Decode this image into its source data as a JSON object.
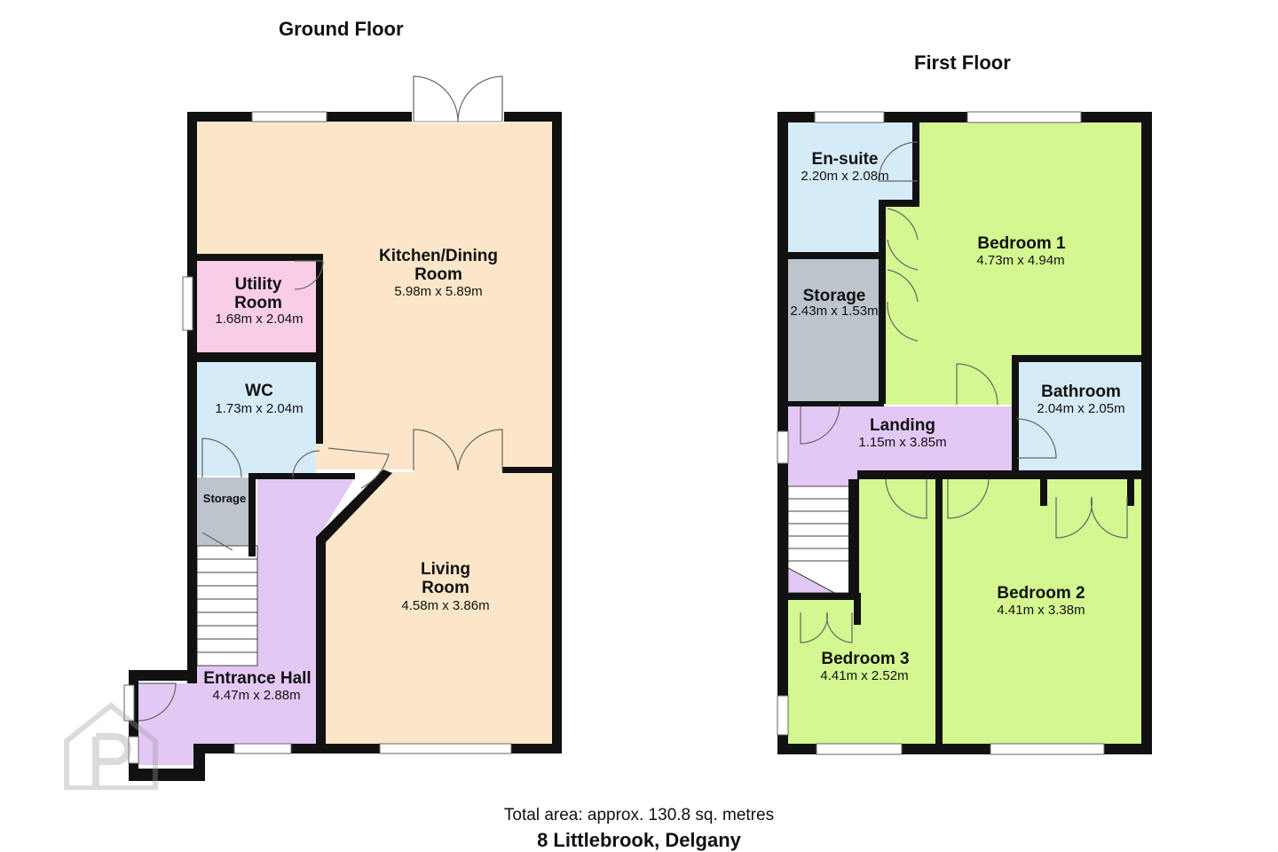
{
  "floors": {
    "ground": {
      "title": "Ground Floor",
      "rooms": {
        "kitchen": {
          "name1": "Kitchen/Dining",
          "name2": "Room",
          "dims": "5.98m x 5.89m"
        },
        "utility": {
          "name1": "Utility",
          "name2": "Room",
          "dims": "1.68m x 2.04m"
        },
        "wc": {
          "name": "WC",
          "dims": "1.73m x 2.04m"
        },
        "storage": {
          "name": "Storage"
        },
        "living": {
          "name1": "Living",
          "name2": "Room",
          "dims": "4.58m x 3.86m"
        },
        "hall": {
          "name": "Entrance Hall",
          "dims": "4.47m x 2.88m"
        }
      }
    },
    "first": {
      "title": "First Floor",
      "rooms": {
        "ensuite": {
          "name": "En-suite",
          "dims": "2.20m x 2.08m"
        },
        "bedroom1": {
          "name": "Bedroom 1",
          "dims": "4.73m x 4.94m"
        },
        "storage": {
          "name": "Storage",
          "dims": "2.43m x 1.53m"
        },
        "bathroom": {
          "name": "Bathroom",
          "dims": "2.04m x 2.05m"
        },
        "landing": {
          "name": "Landing",
          "dims": "1.15m x 3.85m"
        },
        "bedroom2": {
          "name": "Bedroom 2",
          "dims": "4.41m x 3.38m"
        },
        "bedroom3": {
          "name": "Bedroom 3",
          "dims": "4.41m x 2.52m"
        }
      }
    }
  },
  "footer": {
    "area": "Total area: approx. 130.8 sq. metres",
    "address": "8 Littlebrook, Delgany"
  },
  "colors": {
    "wall": "#111111",
    "kitchen": "#fbe6c9",
    "living": "#fbe6c9",
    "utility": "#f9cde6",
    "wc": "#d6ebf8",
    "ensuite": "#d6ebf8",
    "bathroom": "#d6ebf8",
    "storage": "#bcc4cc",
    "hall": "#e3c8f6",
    "landing": "#e3c8f6",
    "bedroom": "#d4f791"
  },
  "watermark_icon": "property-logo-icon"
}
